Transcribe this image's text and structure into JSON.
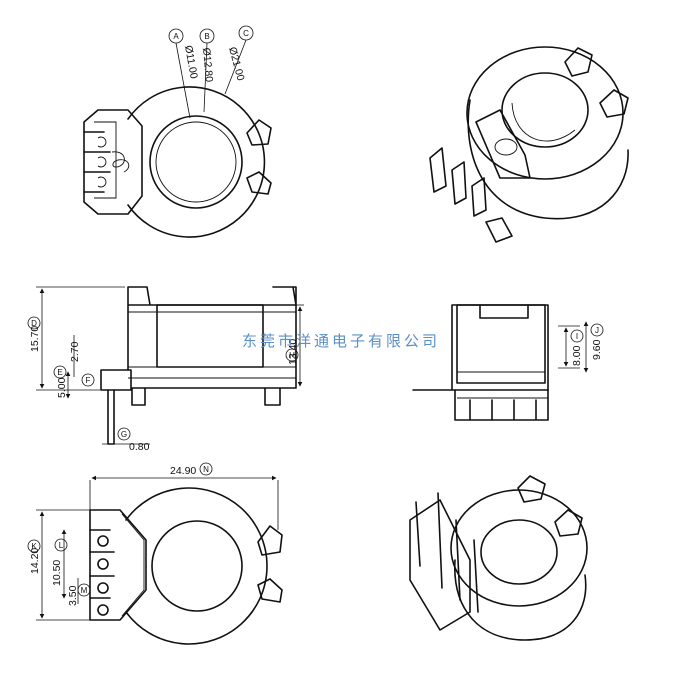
{
  "watermark": "东莞市洋通电子有限公司",
  "top_view": {
    "labels": {
      "a": "A",
      "b": "B",
      "c": "C"
    },
    "dims": {
      "a": "Ø11.00",
      "b": "Ø12.80",
      "c": "Ø21.00"
    }
  },
  "side_view": {
    "labels": {
      "d": "D",
      "e": "E",
      "f": "F",
      "g": "G",
      "h": "H"
    },
    "dims": {
      "d": "15.70",
      "h": "13.40",
      "e": "5.00",
      "f": "2.70",
      "g": "0.80"
    }
  },
  "end_view": {
    "labels": {
      "i": "I",
      "j": "J"
    },
    "dims": {
      "i": "8.00",
      "j": "9.60"
    }
  },
  "bottom_view": {
    "labels": {
      "k": "K",
      "l": "L",
      "m": "M",
      "n": "N"
    },
    "dims": {
      "n": "24.90",
      "k": "14.20",
      "l": "10.50",
      "m": "3.50"
    }
  }
}
